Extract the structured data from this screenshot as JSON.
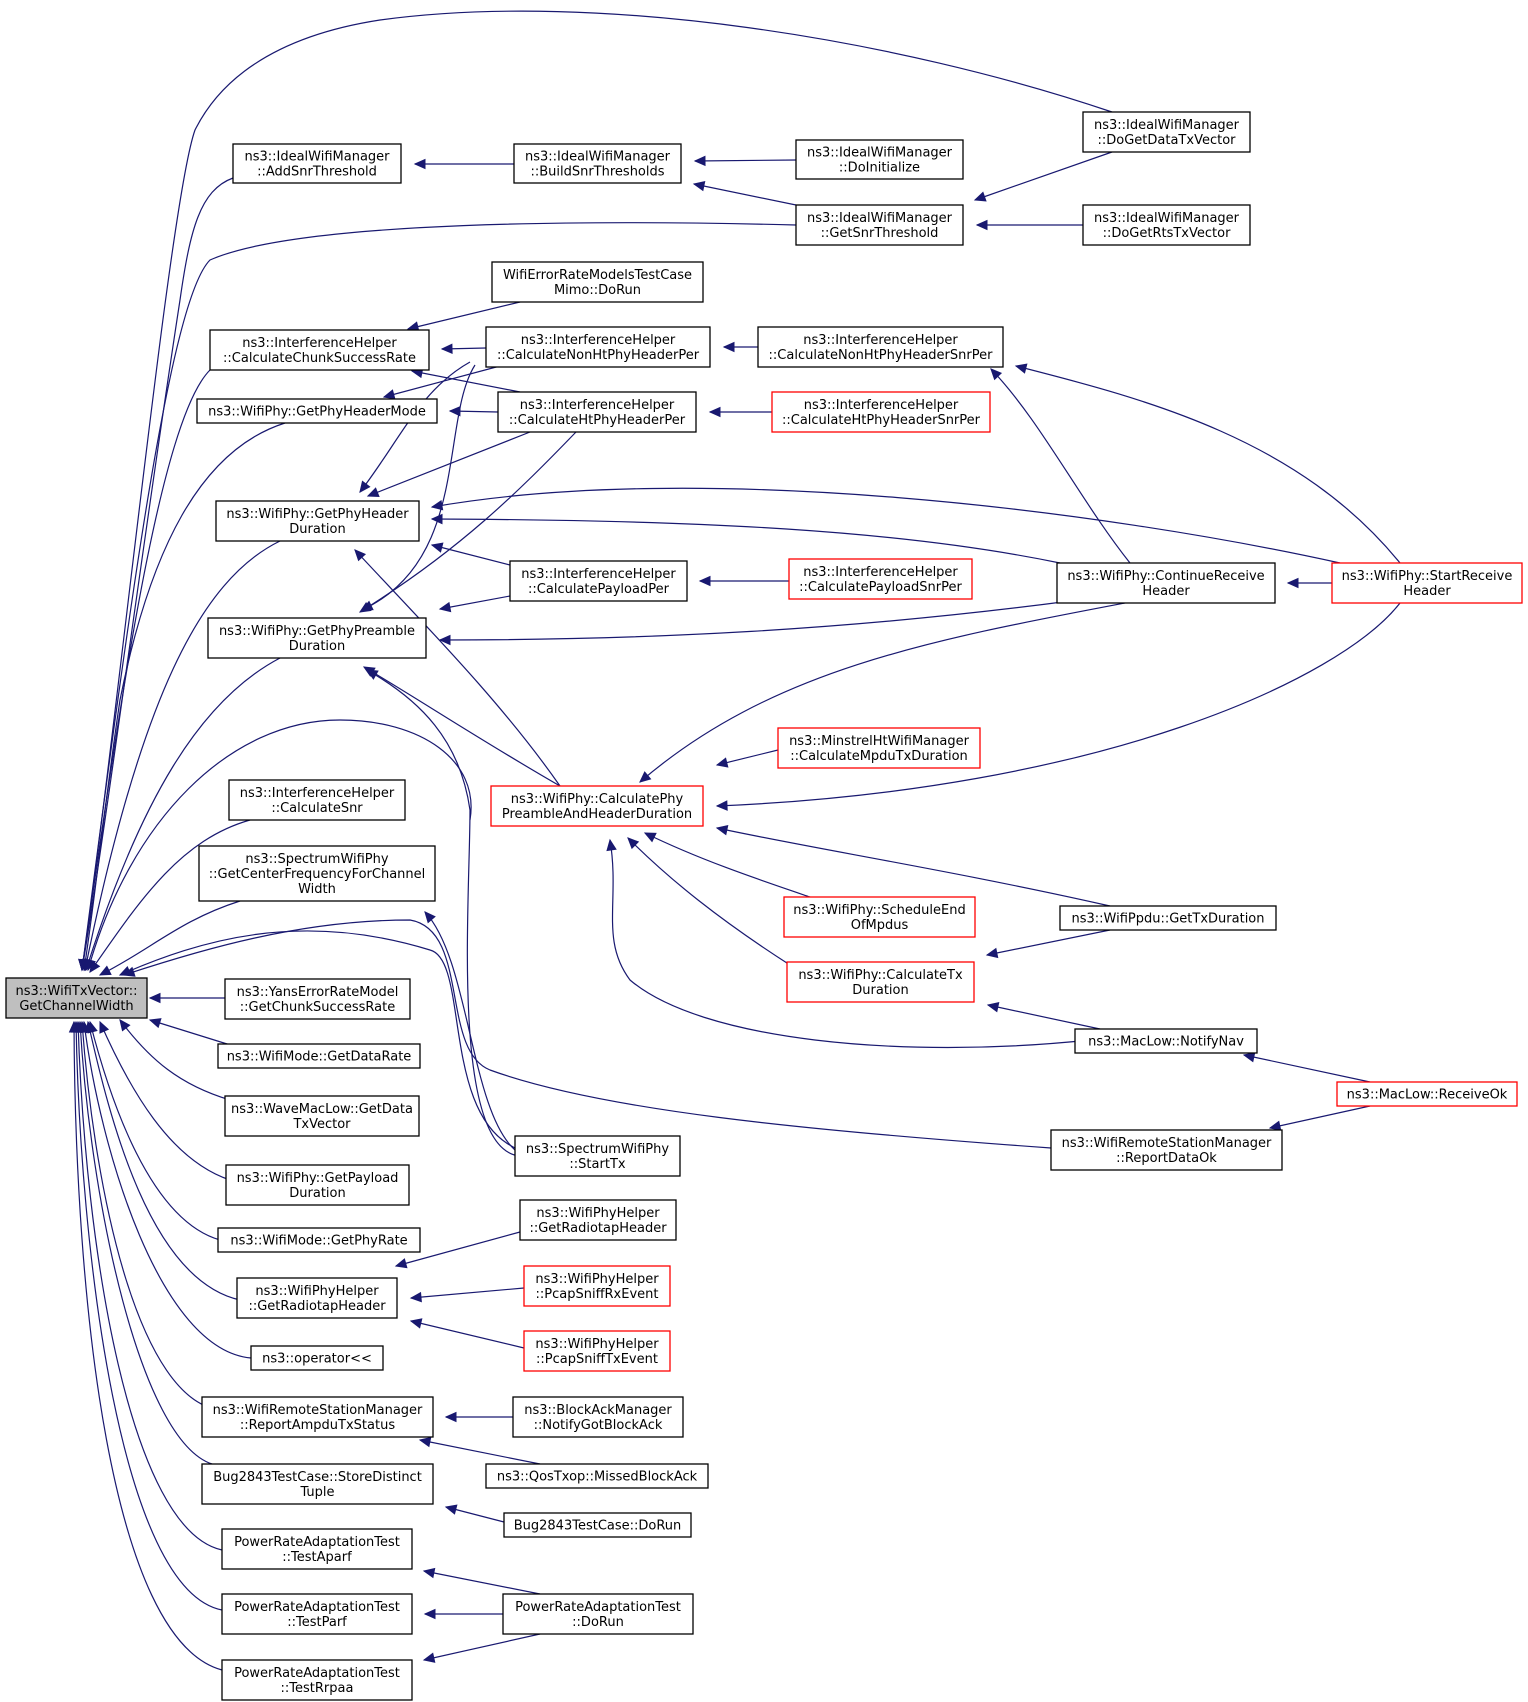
{
  "colors": {
    "edge": "#191970",
    "normal_border": "#000000",
    "truncated_border": "#ff0000",
    "root_fill": "#bfbfbf",
    "node_fill": "#ffffff"
  },
  "graph": {
    "nodes": [
      {
        "id": "root",
        "lines": [
          "ns3::WifiTxVector::",
          "GetChannelWidth"
        ],
        "style": "root"
      },
      {
        "id": "addsnr",
        "lines": [
          "ns3::IdealWifiManager",
          "::AddSnrThreshold"
        ],
        "style": "normal"
      },
      {
        "id": "buildsnr",
        "lines": [
          "ns3::IdealWifiManager",
          "::BuildSnrThresholds"
        ],
        "style": "normal"
      },
      {
        "id": "doinit",
        "lines": [
          "ns3::IdealWifiManager",
          "::DoInitialize"
        ],
        "style": "normal"
      },
      {
        "id": "getsnrth",
        "lines": [
          "ns3::IdealWifiManager",
          "::GetSnrThreshold"
        ],
        "style": "normal"
      },
      {
        "id": "dogetdata",
        "lines": [
          "ns3::IdealWifiManager",
          "::DoGetDataTxVector"
        ],
        "style": "normal"
      },
      {
        "id": "dogetrts",
        "lines": [
          "ns3::IdealWifiManager",
          "::DoGetRtsTxVector"
        ],
        "style": "normal"
      },
      {
        "id": "errmimo",
        "lines": [
          "WifiErrorRateModelsTestCase",
          "Mimo::DoRun"
        ],
        "style": "normal"
      },
      {
        "id": "chunksr",
        "lines": [
          "ns3::InterferenceHelper",
          "::CalculateChunkSuccessRate"
        ],
        "style": "normal"
      },
      {
        "id": "nonhtper",
        "lines": [
          "ns3::InterferenceHelper",
          "::CalculateNonHtPhyHeaderPer"
        ],
        "style": "normal"
      },
      {
        "id": "nonhtsnrper",
        "lines": [
          "ns3::InterferenceHelper",
          "::CalculateNonHtPhyHeaderSnrPer"
        ],
        "style": "normal"
      },
      {
        "id": "phyhdrmode",
        "lines": [
          "ns3::WifiPhy::GetPhyHeaderMode"
        ],
        "style": "normal"
      },
      {
        "id": "htper",
        "lines": [
          "ns3::InterferenceHelper",
          "::CalculateHtPhyHeaderPer"
        ],
        "style": "normal"
      },
      {
        "id": "htsnrper",
        "lines": [
          "ns3::InterferenceHelper",
          "::CalculateHtPhyHeaderSnrPer"
        ],
        "style": "truncated"
      },
      {
        "id": "phyhdrdur",
        "lines": [
          "ns3::WifiPhy::GetPhyHeader",
          "Duration"
        ],
        "style": "normal"
      },
      {
        "id": "payloadper",
        "lines": [
          "ns3::InterferenceHelper",
          "::CalculatePayloadPer"
        ],
        "style": "normal"
      },
      {
        "id": "payloadsnrper",
        "lines": [
          "ns3::InterferenceHelper",
          "::CalculatePayloadSnrPer"
        ],
        "style": "truncated"
      },
      {
        "id": "contrecv",
        "lines": [
          "ns3::WifiPhy::ContinueReceive",
          "Header"
        ],
        "style": "normal"
      },
      {
        "id": "startrecv",
        "lines": [
          "ns3::WifiPhy::StartReceive",
          "Header"
        ],
        "style": "truncated"
      },
      {
        "id": "pream",
        "lines": [
          "ns3::WifiPhy::GetPhyPreamble",
          "Duration"
        ],
        "style": "normal"
      },
      {
        "id": "minstrel",
        "lines": [
          "ns3::MinstrelHtWifiManager",
          "::CalculateMpduTxDuration"
        ],
        "style": "truncated"
      },
      {
        "id": "calcpah",
        "lines": [
          "ns3::WifiPhy::CalculatePhy",
          "PreambleAndHeaderDuration"
        ],
        "style": "truncated"
      },
      {
        "id": "calcsnr",
        "lines": [
          "ns3::InterferenceHelper",
          "::CalculateSnr"
        ],
        "style": "normal"
      },
      {
        "id": "centerfreq",
        "lines": [
          "ns3::SpectrumWifiPhy",
          "::GetCenterFrequencyForChannel",
          "Width"
        ],
        "style": "normal"
      },
      {
        "id": "schedend",
        "lines": [
          "ns3::WifiPhy::ScheduleEnd",
          "OfMpdus"
        ],
        "style": "truncated"
      },
      {
        "id": "ppdutx",
        "lines": [
          "ns3::WifiPpdu::GetTxDuration"
        ],
        "style": "normal"
      },
      {
        "id": "calctx",
        "lines": [
          "ns3::WifiPhy::CalculateTx",
          "Duration"
        ],
        "style": "truncated"
      },
      {
        "id": "yans",
        "lines": [
          "ns3::YansErrorRateModel",
          "::GetChunkSuccessRate"
        ],
        "style": "normal"
      },
      {
        "id": "notifynav",
        "lines": [
          "ns3::MacLow::NotifyNav"
        ],
        "style": "normal"
      },
      {
        "id": "getdatarate",
        "lines": [
          "ns3::WifiMode::GetDataRate"
        ],
        "style": "normal"
      },
      {
        "id": "receiveok",
        "lines": [
          "ns3::MacLow::ReceiveOk"
        ],
        "style": "truncated"
      },
      {
        "id": "wavemac",
        "lines": [
          "ns3::WaveMacLow::GetData",
          "TxVector"
        ],
        "style": "normal"
      },
      {
        "id": "starttx",
        "lines": [
          "ns3::SpectrumWifiPhy",
          "::StartTx"
        ],
        "style": "normal"
      },
      {
        "id": "reportdataok",
        "lines": [
          "ns3::WifiRemoteStationManager",
          "::ReportDataOk"
        ],
        "style": "normal"
      },
      {
        "id": "getpayload",
        "lines": [
          "ns3::WifiPhy::GetPayload",
          "Duration"
        ],
        "style": "normal"
      },
      {
        "id": "radiohdr2",
        "lines": [
          "ns3::WifiPhyHelper",
          "::GetRadiotapHeader"
        ],
        "style": "normal"
      },
      {
        "id": "getphyrate",
        "lines": [
          "ns3::WifiMode::GetPhyRate"
        ],
        "style": "normal"
      },
      {
        "id": "radiohdr",
        "lines": [
          "ns3::WifiPhyHelper",
          "::GetRadiotapHeader"
        ],
        "style": "normal"
      },
      {
        "id": "pcaprx",
        "lines": [
          "ns3::WifiPhyHelper",
          "::PcapSniffRxEvent"
        ],
        "style": "truncated"
      },
      {
        "id": "pcaptx",
        "lines": [
          "ns3::WifiPhyHelper",
          "::PcapSniffTxEvent"
        ],
        "style": "truncated"
      },
      {
        "id": "oper",
        "lines": [
          "ns3::operator<<"
        ],
        "style": "normal"
      },
      {
        "id": "reportampdu",
        "lines": [
          "ns3::WifiRemoteStationManager",
          "::ReportAmpduTxStatus"
        ],
        "style": "normal"
      },
      {
        "id": "notifyback",
        "lines": [
          "ns3::BlockAckManager",
          "::NotifyGotBlockAck"
        ],
        "style": "normal"
      },
      {
        "id": "missedback",
        "lines": [
          "ns3::QosTxop::MissedBlockAck"
        ],
        "style": "normal"
      },
      {
        "id": "bugstore",
        "lines": [
          "Bug2843TestCase::StoreDistinct",
          "Tuple"
        ],
        "style": "normal"
      },
      {
        "id": "bugrun",
        "lines": [
          "Bug2843TestCase::DoRun"
        ],
        "style": "normal"
      },
      {
        "id": "testaparf",
        "lines": [
          "PowerRateAdaptationTest",
          "::TestAparf"
        ],
        "style": "normal"
      },
      {
        "id": "testparf",
        "lines": [
          "PowerRateAdaptationTest",
          "::TestParf"
        ],
        "style": "normal"
      },
      {
        "id": "prarun",
        "lines": [
          "PowerRateAdaptationTest",
          "::DoRun"
        ],
        "style": "normal"
      },
      {
        "id": "testrrpaa",
        "lines": [
          "PowerRateAdaptationTest",
          "::TestRrpaa"
        ],
        "style": "normal"
      }
    ],
    "edges": [
      [
        "dogetdata",
        "root"
      ],
      [
        "addsnr",
        "root"
      ],
      [
        "getsnrth",
        "root"
      ],
      [
        "chunksr",
        "root"
      ],
      [
        "phyhdrmode",
        "root"
      ],
      [
        "phyhdrdur",
        "root"
      ],
      [
        "pream",
        "root"
      ],
      [
        "calcpah",
        "root"
      ],
      [
        "calcsnr",
        "root"
      ],
      [
        "centerfreq",
        "root"
      ],
      [
        "starttx",
        "root"
      ],
      [
        "yans",
        "root"
      ],
      [
        "getdatarate",
        "root"
      ],
      [
        "wavemac",
        "root"
      ],
      [
        "getpayload",
        "root"
      ],
      [
        "getphyrate",
        "root"
      ],
      [
        "radiohdr",
        "root"
      ],
      [
        "oper",
        "root"
      ],
      [
        "reportampdu",
        "root"
      ],
      [
        "bugstore",
        "root"
      ],
      [
        "testaparf",
        "root"
      ],
      [
        "testparf",
        "root"
      ],
      [
        "testrrpaa",
        "root"
      ],
      [
        "reportdataok",
        "root"
      ],
      [
        "buildsnr",
        "addsnr"
      ],
      [
        "doinit",
        "buildsnr"
      ],
      [
        "getsnrth",
        "buildsnr"
      ],
      [
        "dogetdata",
        "getsnrth"
      ],
      [
        "dogetrts",
        "getsnrth"
      ],
      [
        "errmimo",
        "chunksr"
      ],
      [
        "nonhtper",
        "chunksr"
      ],
      [
        "htper",
        "chunksr"
      ],
      [
        "nonhtsnrper",
        "nonhtper"
      ],
      [
        "contrecv",
        "nonhtsnrper"
      ],
      [
        "startrecv",
        "nonhtsnrper"
      ],
      [
        "nonhtper",
        "phyhdrmode"
      ],
      [
        "htper",
        "phyhdrmode"
      ],
      [
        "htsnrper",
        "htper"
      ],
      [
        "nonhtper",
        "phyhdrdur"
      ],
      [
        "htper",
        "phyhdrdur"
      ],
      [
        "payloadper",
        "phyhdrdur"
      ],
      [
        "startrecv",
        "phyhdrdur"
      ],
      [
        "contrecv",
        "phyhdrdur"
      ],
      [
        "calcpah",
        "phyhdrdur"
      ],
      [
        "payloadsnrper",
        "payloadper"
      ],
      [
        "startrecv",
        "contrecv"
      ],
      [
        "payloadper",
        "pream"
      ],
      [
        "contrecv",
        "pream"
      ],
      [
        "nonhtper",
        "pream"
      ],
      [
        "htper",
        "pream"
      ],
      [
        "calcpah",
        "pream"
      ],
      [
        "starttx",
        "pream"
      ],
      [
        "contrecv",
        "calcpah"
      ],
      [
        "minstrel",
        "calcpah"
      ],
      [
        "startrecv",
        "calcpah"
      ],
      [
        "schedend",
        "calcpah"
      ],
      [
        "ppdutx",
        "calcpah"
      ],
      [
        "calctx",
        "calcpah"
      ],
      [
        "notifynav",
        "calcpah"
      ],
      [
        "ppdutx",
        "calctx"
      ],
      [
        "notifynav",
        "calctx"
      ],
      [
        "receiveok",
        "notifynav"
      ],
      [
        "receiveok",
        "reportdataok"
      ],
      [
        "starttx",
        "centerfreq"
      ],
      [
        "radiohdr2",
        "radiohdr"
      ],
      [
        "pcaprx",
        "radiohdr"
      ],
      [
        "pcaptx",
        "radiohdr"
      ],
      [
        "notifyback",
        "reportampdu"
      ],
      [
        "missedback",
        "reportampdu"
      ],
      [
        "bugrun",
        "bugstore"
      ],
      [
        "prarun",
        "testaparf"
      ],
      [
        "prarun",
        "testparf"
      ],
      [
        "prarun",
        "testrrpaa"
      ]
    ]
  }
}
